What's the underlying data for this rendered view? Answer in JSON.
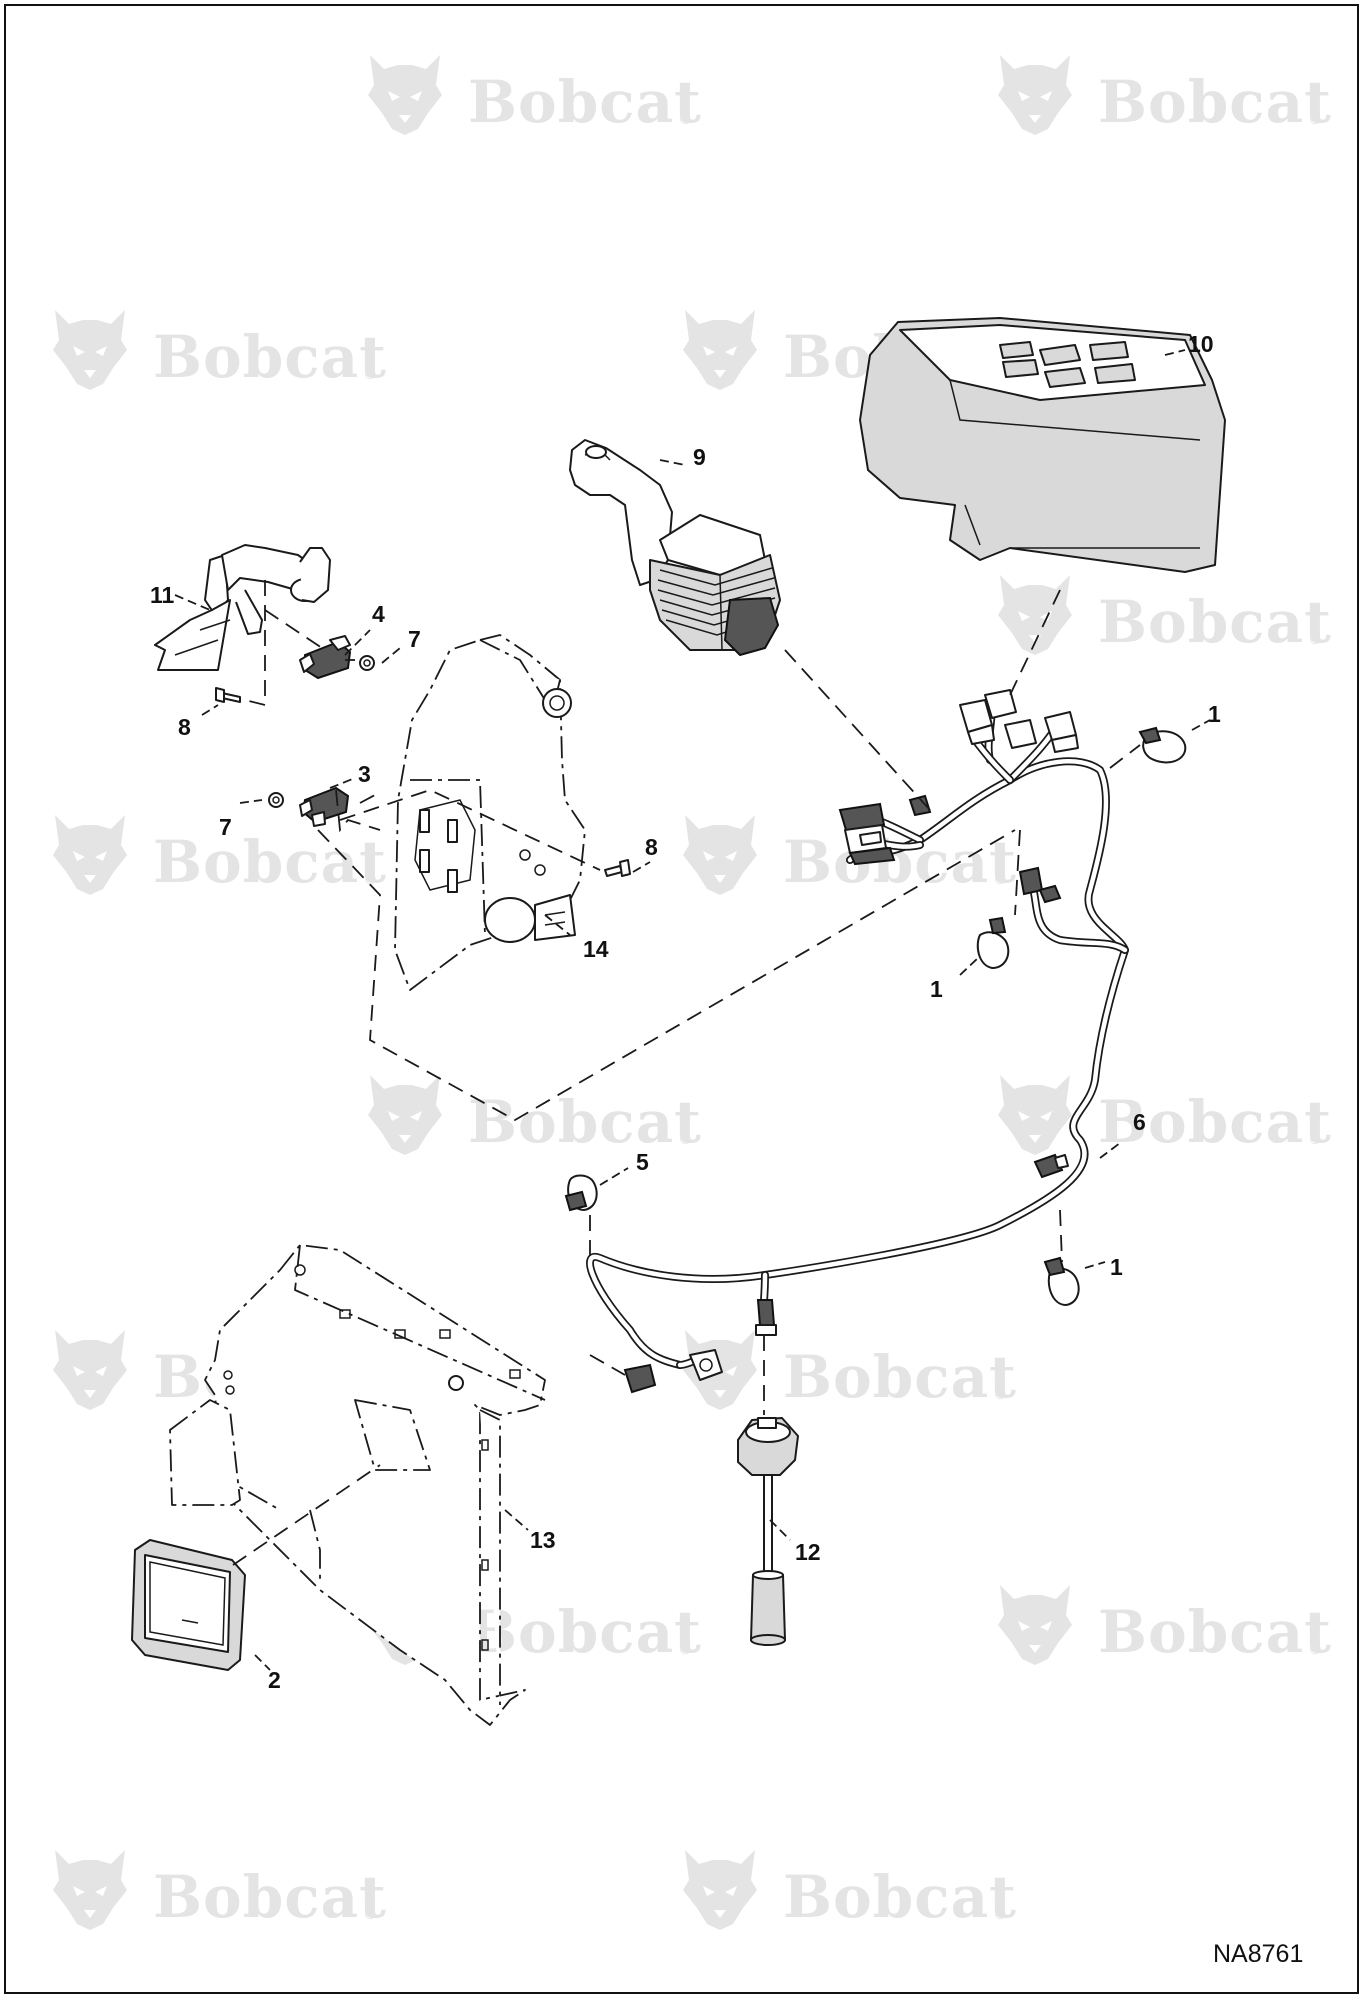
{
  "figure_id": "NA8761",
  "watermark": {
    "brand": "Bobcat",
    "registered": "®"
  },
  "callouts": [
    {
      "id": "callout-1-top",
      "label": "1"
    },
    {
      "id": "callout-1-mid",
      "label": "1"
    },
    {
      "id": "callout-1-low",
      "label": "1"
    },
    {
      "id": "callout-2",
      "label": "2"
    },
    {
      "id": "callout-3",
      "label": "3"
    },
    {
      "id": "callout-4",
      "label": "4"
    },
    {
      "id": "callout-5",
      "label": "5"
    },
    {
      "id": "callout-6",
      "label": "6"
    },
    {
      "id": "callout-7-upper",
      "label": "7"
    },
    {
      "id": "callout-7-lower",
      "label": "7"
    },
    {
      "id": "callout-8-upper",
      "label": "8"
    },
    {
      "id": "callout-8-lower",
      "label": "8"
    },
    {
      "id": "callout-9",
      "label": "9"
    },
    {
      "id": "callout-10",
      "label": "10"
    },
    {
      "id": "callout-11",
      "label": "11"
    },
    {
      "id": "callout-12",
      "label": "12"
    },
    {
      "id": "callout-13",
      "label": "13"
    },
    {
      "id": "callout-14",
      "label": "14"
    }
  ],
  "colors": {
    "line": "#1a1a1a",
    "watermark": "#e4e4e4",
    "background": "#ffffff"
  }
}
